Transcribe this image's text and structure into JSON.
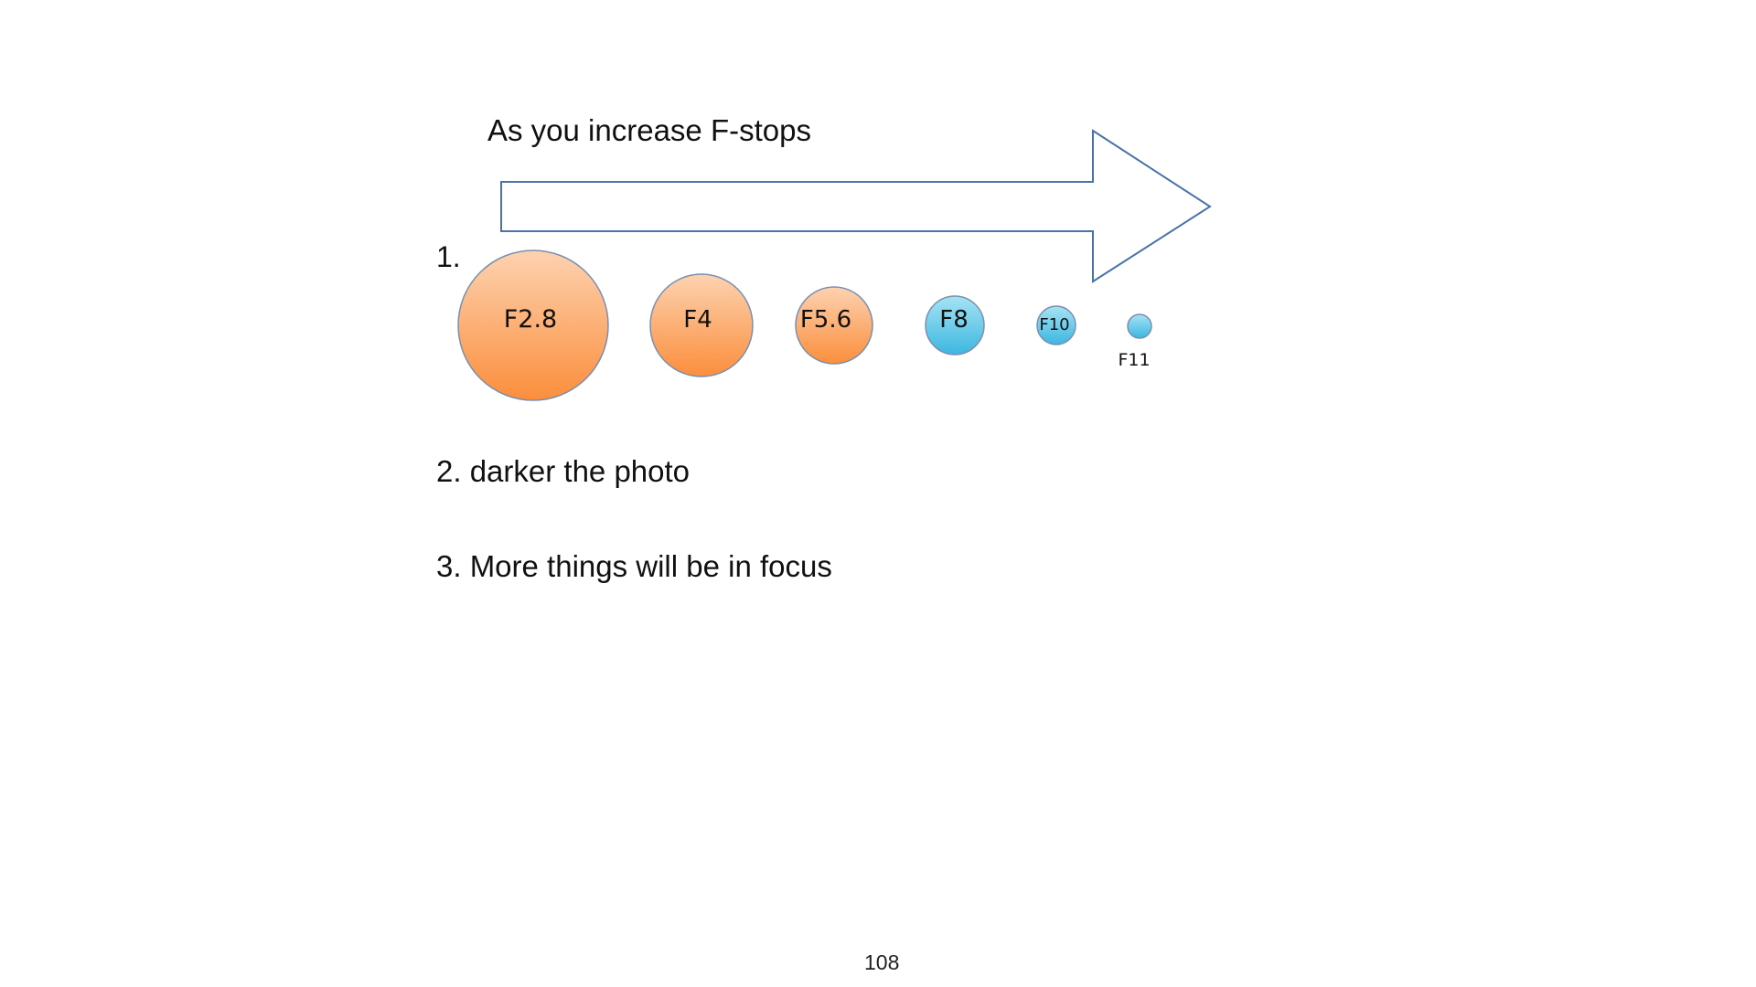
{
  "slide": {
    "heading": "As you increase F-stops",
    "item1_number": "1.",
    "item2": "2. darker the photo",
    "item3": "3. More things will be in focus",
    "page_number": "108"
  },
  "apertures": [
    {
      "label": "F2.8",
      "color": "orange"
    },
    {
      "label": "F4",
      "color": "orange"
    },
    {
      "label": "F5.6",
      "color": "orange"
    },
    {
      "label": "F8",
      "color": "blue"
    },
    {
      "label": "F10",
      "color": "blue"
    },
    {
      "label": "F11",
      "color": "blue"
    }
  ],
  "colors": {
    "arrow_stroke": "#4a73a8",
    "orange_light": "#fdd2b0",
    "orange_dark": "#fb8e3c",
    "blue_light": "#a6e3f4",
    "blue_dark": "#3cb7e0",
    "circle_stroke": "#7a8fb0"
  }
}
